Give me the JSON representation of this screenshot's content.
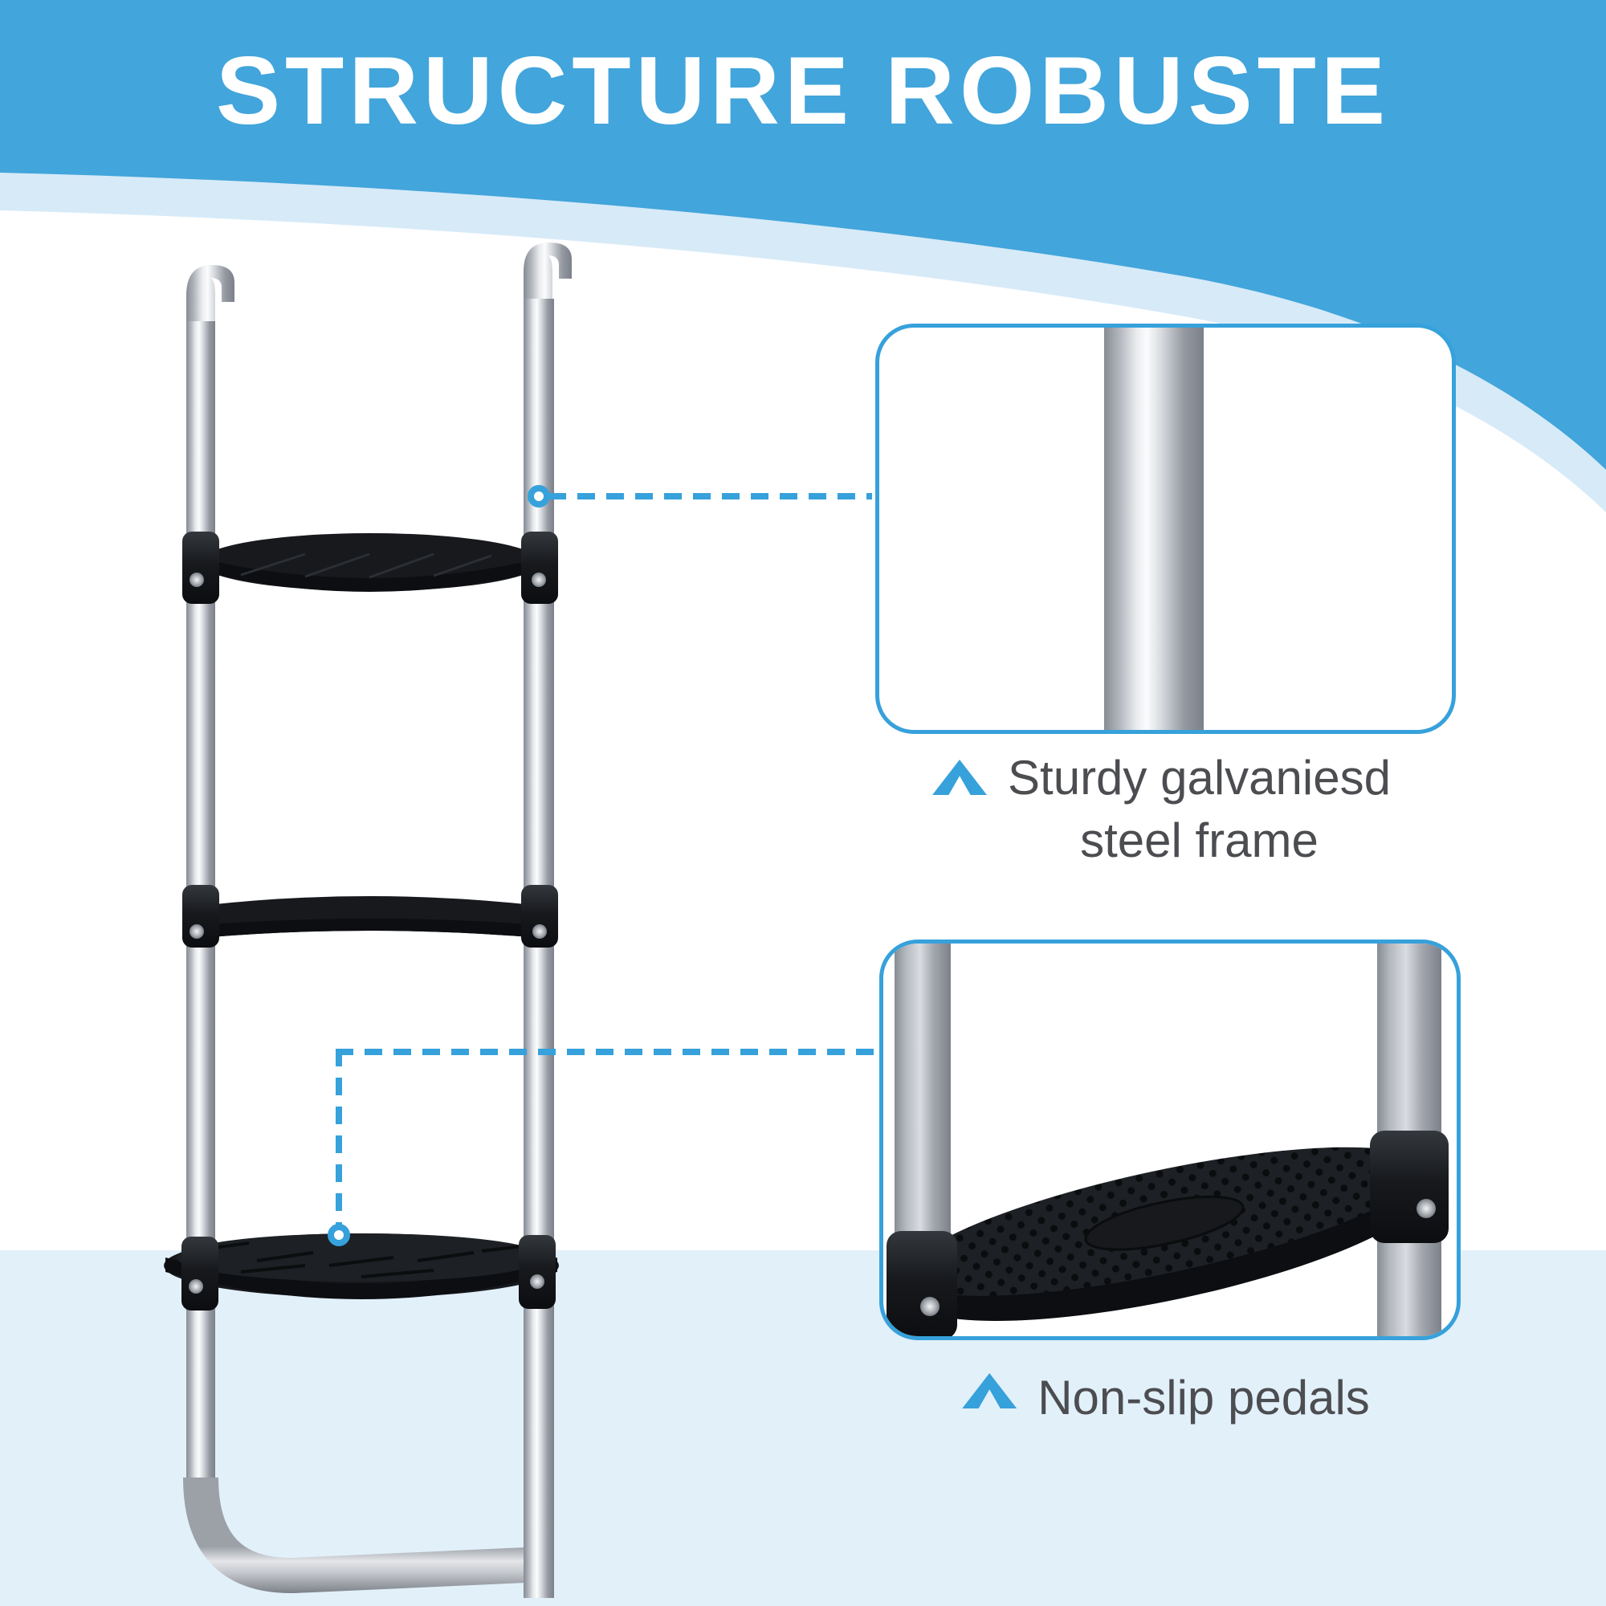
{
  "header": {
    "title": "STRUCTURE ROBUSTE"
  },
  "callouts": [
    {
      "id": "frame-detail",
      "caption": "Sturdy galvaniesd\nsteel frame",
      "icon": "arrow-up-icon",
      "shows": "close-up of galvanised steel tube"
    },
    {
      "id": "pedal-detail",
      "caption": "Non-slip pedals",
      "icon": "arrow-up-icon",
      "shows": "close-up of perforated non-slip pedal on ladder tubes"
    }
  ],
  "figure": {
    "description": "trampoline ladder with two hooked rails and three black steps",
    "steps_count": 3
  },
  "theme": {
    "accent": "#36A1DB",
    "headerBlue": "#42A5DB",
    "headerStripe": "#D7EAF8",
    "band": "#E2F0FA",
    "captionText": "#4C4D51",
    "pedalBlack": "#17191D",
    "metalLight": "#E8EAED",
    "metalDark": "#7B808A"
  }
}
